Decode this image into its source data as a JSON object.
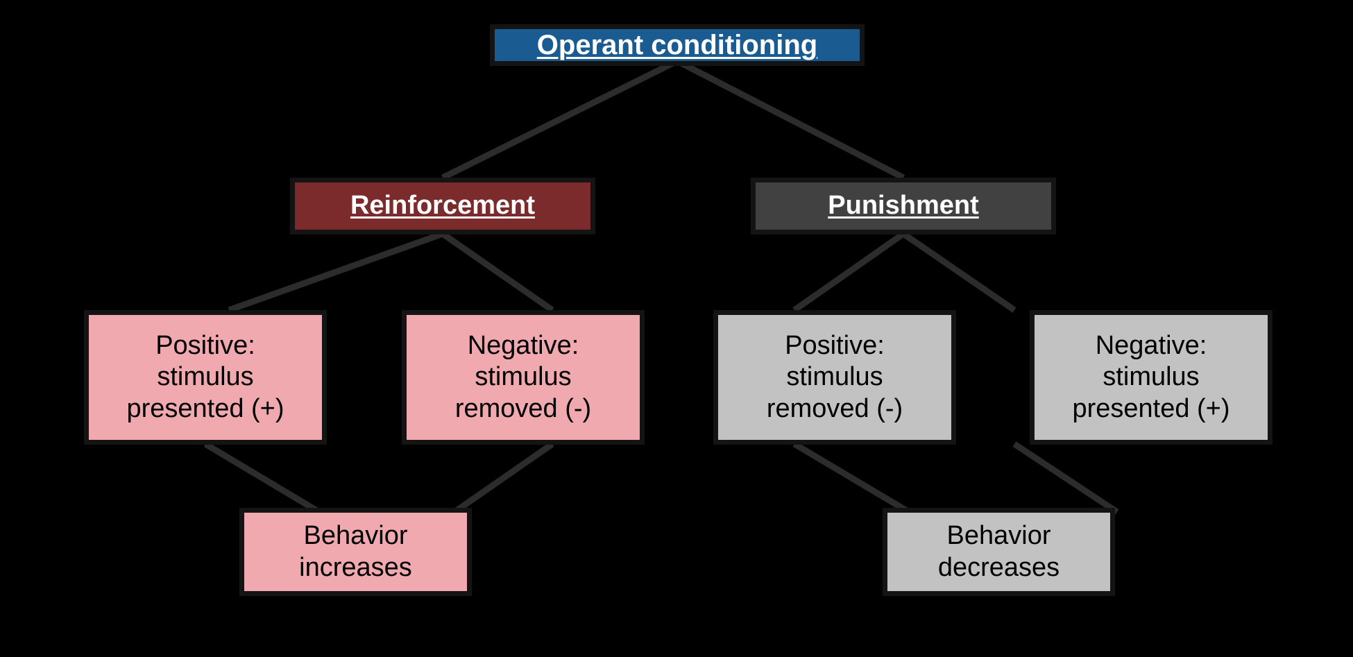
{
  "diagram": {
    "title": "Operant conditioning",
    "background_color": "#000000",
    "connector_color": "#2c2c2c",
    "palette": {
      "root": "#1a5b92",
      "reinforcement": "#7b2b2b",
      "punishment": "#414141",
      "reinforcement_children": "#f0a9af",
      "punishment_children": "#c2c2c2",
      "border": "#141414",
      "light_text": "#ffffff",
      "dark_text": "#000000"
    },
    "nodes": {
      "root": {
        "label": "Operant conditioning",
        "color": "#1a5b92",
        "text_color": "#ffffff",
        "underlined": true
      },
      "reinforcement": {
        "label": "Reinforcement",
        "color": "#7b2b2b",
        "text_color": "#ffffff",
        "underlined": true
      },
      "punishment": {
        "label": "Punishment",
        "color": "#414141",
        "text_color": "#ffffff",
        "underlined": true
      },
      "positive_reinforcement": {
        "label": "Positive:\nstimulus\npresented (+)",
        "color": "#f0a9af",
        "text_color": "#000000",
        "underlined": false
      },
      "negative_reinforcement": {
        "label": "Negative:\nstimulus\nremoved (-)",
        "color": "#f0a9af",
        "text_color": "#000000",
        "underlined": false
      },
      "positive_punishment": {
        "label": "Positive:\nstimulus\nremoved (-)",
        "color": "#c2c2c2",
        "text_color": "#000000",
        "underlined": false
      },
      "negative_punishment": {
        "label": "Negative:\nstimulus\npresented (+)",
        "color": "#c2c2c2",
        "text_color": "#000000",
        "underlined": false
      },
      "behavior_increases": {
        "label": "Behavior\nincreases",
        "color": "#f0a9af",
        "text_color": "#000000",
        "underlined": false
      },
      "behavior_decreases": {
        "label": "Behavior\ndecreases",
        "color": "#c2c2c2",
        "text_color": "#000000",
        "underlined": false
      }
    },
    "edges": [
      {
        "from": "root",
        "to": "reinforcement"
      },
      {
        "from": "root",
        "to": "punishment"
      },
      {
        "from": "reinforcement",
        "to": "positive_reinforcement"
      },
      {
        "from": "reinforcement",
        "to": "negative_reinforcement"
      },
      {
        "from": "punishment",
        "to": "positive_punishment"
      },
      {
        "from": "punishment",
        "to": "negative_punishment"
      },
      {
        "from": "positive_reinforcement",
        "to": "behavior_increases"
      },
      {
        "from": "negative_reinforcement",
        "to": "behavior_increases"
      },
      {
        "from": "positive_punishment",
        "to": "behavior_decreases"
      },
      {
        "from": "negative_punishment",
        "to": "behavior_decreases"
      }
    ]
  }
}
